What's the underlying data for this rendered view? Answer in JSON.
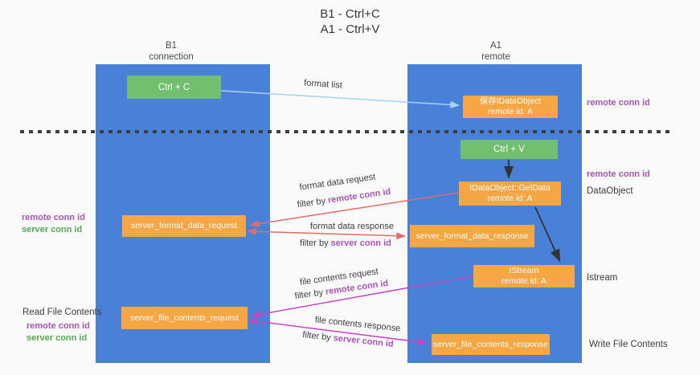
{
  "title": {
    "line1": "B1 - Ctrl+C",
    "line2": "A1 - Ctrl+V"
  },
  "lifelines": {
    "left": {
      "name": "B1",
      "role": "connection"
    },
    "right": {
      "name": "A1",
      "role": "remote"
    }
  },
  "boxes": {
    "ctrl_c": "Ctrl + C",
    "ctrl_v": "Ctrl + V",
    "save_dataobject": {
      "line1": "保存IDataObject",
      "line2": "remote id: A"
    },
    "getdata": {
      "line1": "IDataObject::GetData",
      "line2": "remote id: A"
    },
    "istream": {
      "line1": "IStream",
      "line2": "remote id: A"
    },
    "server_format_data_request": "server_format_data_request",
    "server_format_data_response": "server_format_data_response",
    "server_file_contents_request": "server_file_contents_request",
    "server_file_contents_response": "server_file_contents_response"
  },
  "labels": {
    "format_list": "format list",
    "format_data_request": "format data request",
    "format_data_response": "format data response",
    "file_contents_request": "file contents request",
    "file_contents_response": "file contents response",
    "filter_by": "filter by ",
    "remote_conn_id": "remote conn id",
    "server_conn_id": "server conn id",
    "read_file_contents": "Read File Contents",
    "write_file_contents": "Write File Contents",
    "dataobject": "DataObject",
    "istream_side": "Istream"
  },
  "colors": {
    "column_blue": "#4a81d8",
    "box_orange": "#f6a644",
    "box_green": "#72c06f",
    "arrow_blue": "#a9d2f0",
    "arrow_red": "#e06c6c",
    "arrow_magenta": "#c646c6",
    "arrow_black": "#333333",
    "dash": "#3d3d3d",
    "purple_text": "#a855b8",
    "green_text": "#54ab54"
  }
}
